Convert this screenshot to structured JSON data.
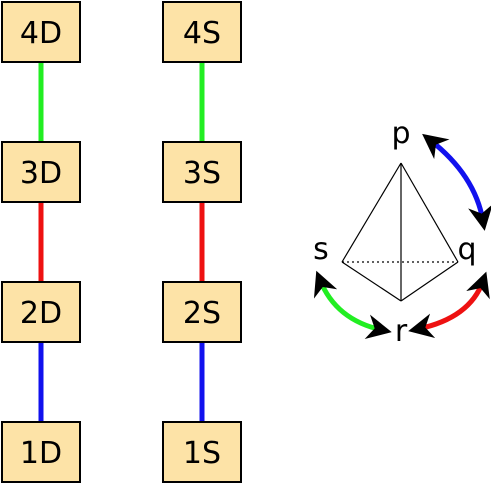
{
  "columns": [
    {
      "id": "D",
      "boxes": [
        "4D",
        "3D",
        "2D",
        "1D"
      ],
      "connectors": [
        "green",
        "red",
        "blue"
      ]
    },
    {
      "id": "S",
      "boxes": [
        "4S",
        "3S",
        "2S",
        "1S"
      ],
      "connectors": [
        "green",
        "red",
        "blue"
      ]
    }
  ],
  "tetrahedron": {
    "vertices": {
      "p": "p",
      "q": "q",
      "r": "r",
      "s": "s"
    },
    "arrows": [
      {
        "between": "p-q",
        "color": "blue"
      },
      {
        "between": "q-r",
        "color": "red"
      },
      {
        "between": "r-s",
        "color": "green"
      }
    ]
  },
  "colors": {
    "green": "#22ee22",
    "red": "#ee1111",
    "blue": "#1111ee",
    "box_fill": "#fde3a7"
  }
}
